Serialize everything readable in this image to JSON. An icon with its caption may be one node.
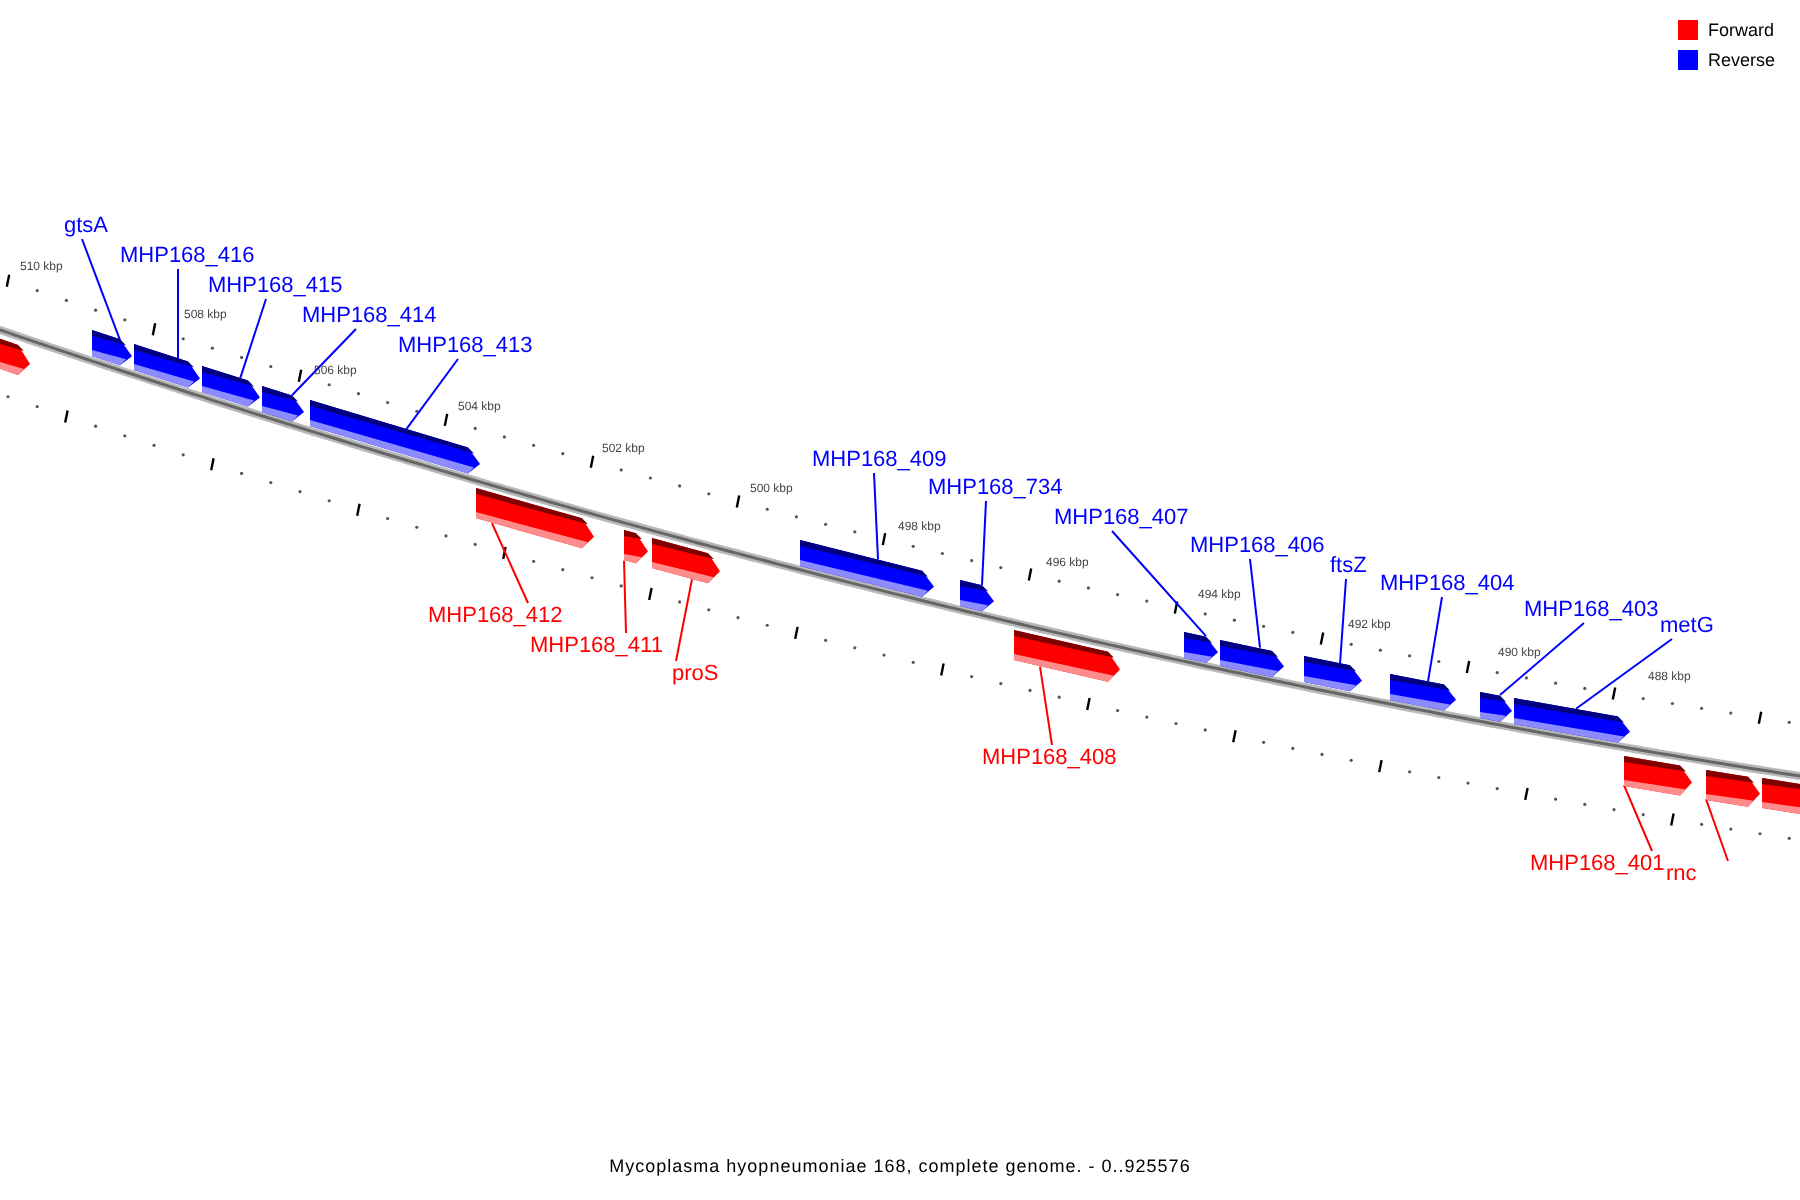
{
  "diagram": {
    "caption": "Mycoplasma hyopneumoniae 168, complete genome. - 0..925576",
    "nodes": [
      {
        "text": [],
        "shape": "arrow"
      },
      {
        "text": [],
        "shape": "arrow"
      },
      {
        "text": [],
        "shape": "arrow"
      },
      {
        "text": [],
        "shape": "arrow"
      },
      {
        "text": [],
        "shape": "arrow"
      },
      {
        "text": [],
        "shape": "arrow"
      },
      {
        "text": [],
        "shape": "arrow"
      },
      {
        "text": [],
        "shape": "arrow"
      },
      {
        "text": [],
        "shape": "arrow"
      },
      {
        "text": [],
        "shape": "arrow"
      },
      {
        "text": [],
        "shape": "arrow"
      },
      {
        "text": [],
        "shape": "arrow"
      },
      {
        "text": [],
        "shape": "arrow"
      },
      {
        "text": [],
        "shape": "arrow"
      },
      {
        "text": [],
        "shape": "arrow"
      },
      {
        "text": [],
        "shape": "arrow"
      },
      {
        "text": [],
        "shape": "arrow"
      },
      {
        "text": [],
        "shape": "arrow"
      },
      {
        "text": [],
        "shape": "arrow"
      },
      {
        "text": [],
        "shape": "arrow"
      },
      {
        "text": [],
        "shape": "arrow"
      },
      {
        "text": [
          "gtsA"
        ]
      },
      {
        "text": [
          "MHP168_416"
        ]
      },
      {
        "text": [
          "MHP168_415"
        ]
      },
      {
        "text": [
          "MHP168_414"
        ]
      },
      {
        "text": [
          "MHP168_413"
        ]
      },
      {
        "text": [
          "MHP168_409"
        ]
      },
      {
        "text": [
          "MHP168_734"
        ]
      },
      {
        "text": [
          "MHP168_407"
        ]
      },
      {
        "text": [
          "MHP168_406"
        ]
      },
      {
        "text": [
          "ftsZ"
        ]
      },
      {
        "text": [
          "MHP168_404"
        ]
      },
      {
        "text": [
          "MHP168_403"
        ]
      },
      {
        "text": [
          "metG"
        ]
      },
      {
        "text": [
          "MHP168_412"
        ]
      },
      {
        "text": [
          "MHP168_411"
        ]
      },
      {
        "text": [
          "proS"
        ]
      },
      {
        "text": [
          "MHP168_408"
        ]
      },
      {
        "text": [
          "MHP168_401"
        ]
      },
      {
        "text": [
          "rnc"
        ]
      }
    ],
    "edges": [
      {
        "from": 21,
        "to": 1,
        "arrow": "none"
      },
      {
        "from": 22,
        "to": 2,
        "arrow": "none"
      },
      {
        "from": 23,
        "to": 3,
        "arrow": "none"
      },
      {
        "from": 24,
        "to": 4,
        "arrow": "none"
      },
      {
        "from": 25,
        "to": 5,
        "arrow": "none"
      },
      {
        "from": 26,
        "to": 9,
        "arrow": "none"
      },
      {
        "from": 27,
        "to": 10,
        "arrow": "none"
      },
      {
        "from": 28,
        "to": 12,
        "arrow": "none"
      },
      {
        "from": 29,
        "to": 13,
        "arrow": "none"
      },
      {
        "from": 30,
        "to": 14,
        "arrow": "none"
      },
      {
        "from": 31,
        "to": 15,
        "arrow": "none"
      },
      {
        "from": 32,
        "to": 16,
        "arrow": "none"
      },
      {
        "from": 33,
        "to": 17,
        "arrow": "none"
      },
      {
        "from": 34,
        "to": 6,
        "arrow": "none",
        "color": "#ff0000"
      },
      {
        "from": 35,
        "to": 7,
        "arrow": "none",
        "color": "#ff0000"
      },
      {
        "from": 36,
        "to": 8,
        "arrow": "none",
        "color": "#ff0000"
      },
      {
        "from": 37,
        "to": 11,
        "arrow": "none",
        "color": "#ff0000"
      },
      {
        "from": 38,
        "to": 18,
        "arrow": "none",
        "color": "#ff0000"
      },
      {
        "from": 39,
        "to": 19,
        "arrow": "none",
        "color": "#ff0000"
      }
    ],
    "labels": [
      "510 kbp",
      "508 kbp",
      "506 kbp",
      "504 kbp",
      "502 kbp",
      "500 kbp",
      "498 kbp",
      "496 kbp",
      "494 kbp",
      "492 kbp",
      "490 kbp",
      "488 kbp"
    ],
    "legend": [
      {
        "text": "Forward",
        "color": "#ff0000"
      },
      {
        "text": "Reverse",
        "color": "#0000ff"
      }
    ]
  }
}
